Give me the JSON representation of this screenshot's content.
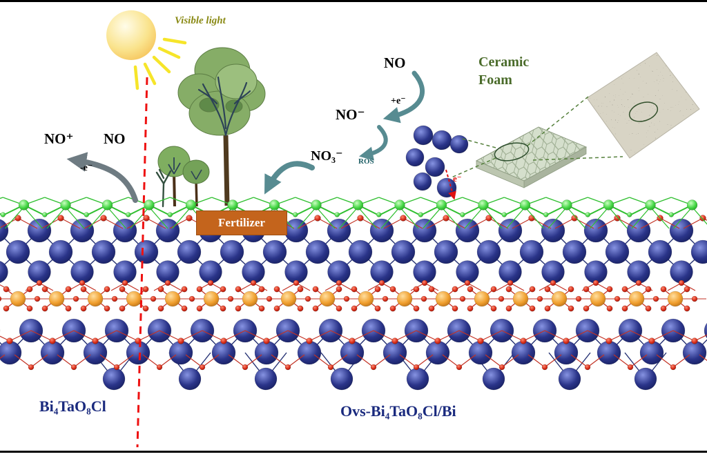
{
  "labels": {
    "visible_light": "Visible light",
    "no_plus": "NO⁺",
    "no_left": "NO",
    "minus_e": "-e⁻",
    "no_top": "NO",
    "plus_e": "+e⁻",
    "no_minus": "NO⁻",
    "no3": "NO₃⁻",
    "ros": "ROS",
    "e_minus": "e⁻",
    "ceramic_line1": "Ceramic",
    "ceramic_line2": "Foam",
    "fertilizer": "Fertilizer",
    "formula_left": "Bi₄TaO₈Cl",
    "formula_right": "Ovs-Bi₄TaO₈Cl/Bi"
  },
  "colors": {
    "formula_text": "#1a2a7e",
    "ceramic_text": "#4a6b2a",
    "ros_text": "#1f5f66",
    "visible_light_text": "#8a8a15",
    "electron_red": "#e01212",
    "divider_red": "#ee1111",
    "teal_arrow": "#578b91",
    "gray_arrow": "#6e7b82",
    "fertilizer_bg": "#c4641c",
    "fertilizer_text": "#ffffff",
    "ray_yellow": "#f6e52a",
    "sun": [
      "#fffce9",
      "#fae48e",
      "#f4b94a"
    ],
    "spheres": {
      "bi": [
        "#8693e2",
        "#2a3489",
        "#121a55"
      ],
      "o": [
        "#ff8a70",
        "#d62b18",
        "#7e1207"
      ],
      "ta": [
        "#ffde9e",
        "#f09f2e",
        "#a86210"
      ],
      "cl": [
        "#c9ffc0",
        "#44d644",
        "#1d8f1d"
      ]
    },
    "bond_navy": "#232f72",
    "bond_red": "#c33224",
    "bond_green": "#2fbf2f"
  }
}
